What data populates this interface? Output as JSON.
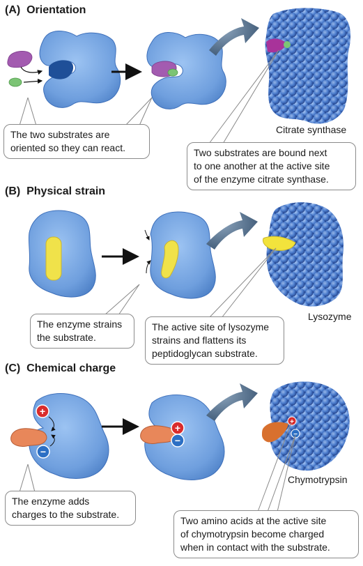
{
  "sections": [
    {
      "letter": "(A)",
      "title": "Orientation",
      "left_callout": [
        "The two substrates are",
        "oriented so they can react."
      ],
      "right_callout": [
        "Two substrates are bound next",
        "to one another at the active site",
        "of the enzyme citrate synthase."
      ],
      "protein": "Citrate synthase"
    },
    {
      "letter": "(B)",
      "title": "Physical strain",
      "left_callout": [
        "The enzyme strains",
        "the substrate."
      ],
      "right_callout": [
        "The active site of lysozyme",
        "strains and flattens its",
        "peptidoglycan substrate."
      ],
      "protein": "Lysozyme"
    },
    {
      "letter": "(C)",
      "title": "Chemical charge",
      "left_callout": [
        "The enzyme adds",
        "charges to the substrate."
      ],
      "right_callout": [
        "Two amino acids at the active site",
        "of chymotrypsin become charged",
        "when in contact with the substrate."
      ],
      "protein": "Chymotrypsin"
    }
  ],
  "charges": {
    "positive": "+",
    "negative": "−"
  },
  "colors": {
    "enzyme": "#6f9fde",
    "enzyme_dark": "#2f63b0",
    "substrate_purple": "#a35bb0",
    "substrate_green": "#7cc475",
    "substrate_yellow": "#f0e24a",
    "substrate_orange": "#e8875a",
    "positive": "#d92c2c",
    "negative": "#2c6fc4",
    "big_arrow": "#4a6a8a"
  }
}
